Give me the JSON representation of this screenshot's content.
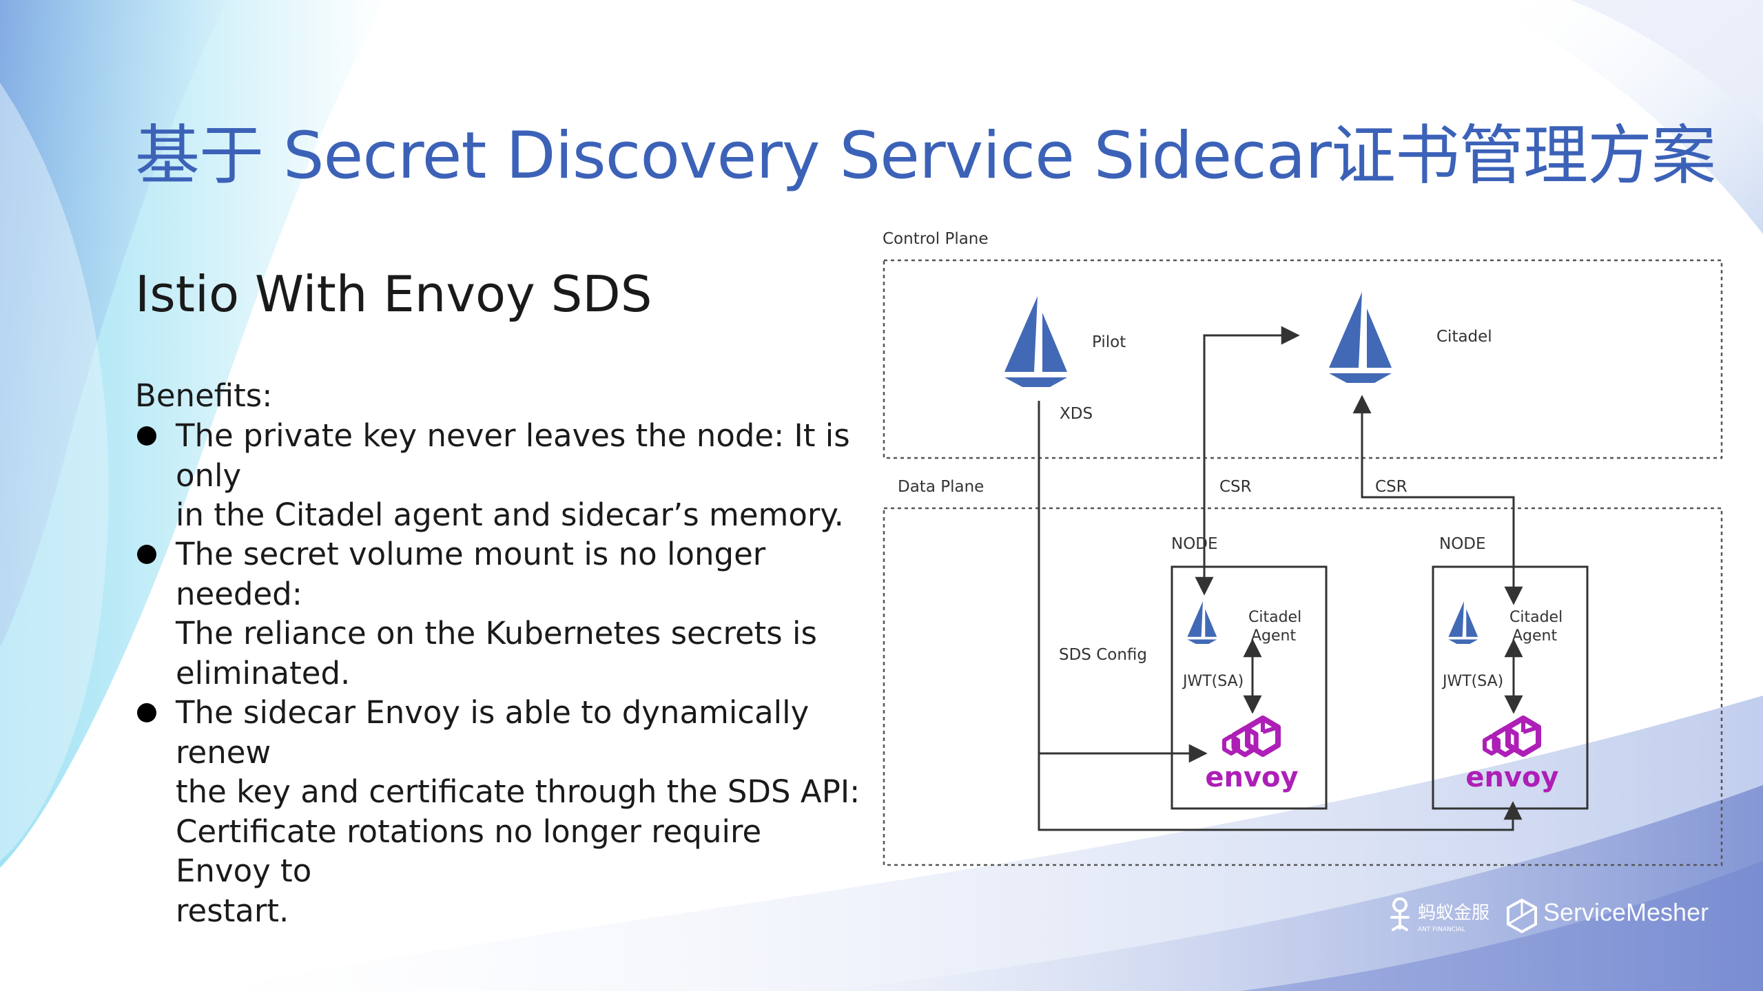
{
  "slide": {
    "title": "基于 Secret Discovery Service Sidecar证书管理方案",
    "subtitle": "Istio With Envoy SDS",
    "benefits_label": "Benefits:",
    "bullets": [
      [
        "The private key never leaves the node: It is only",
        "in the Citadel agent and sidecar’s memory."
      ],
      [
        "The secret volume mount is no longer needed:",
        "The reliance on the Kubernetes secrets is",
        "eliminated."
      ],
      [
        "The sidecar Envoy is able to dynamically renew",
        "the key and certificate through the SDS API:",
        "Certificate rotations no longer require Envoy to",
        "restart."
      ]
    ]
  },
  "diagram": {
    "control_plane_label": "Control Plane",
    "data_plane_label": "Data Plane",
    "pilot_label": "Pilot",
    "citadel_label": "Citadel",
    "xds_label": "XDS",
    "csr_label_left": "CSR",
    "csr_label_right": "CSR",
    "node_label_left": "NODE",
    "node_label_right": "NODE",
    "agent_label_line1": "Citadel",
    "agent_label_line2": "Agent",
    "jwt_label": "JWT(SA)",
    "sds_config_label": "SDS Config",
    "envoy_wordmark": "envoy",
    "accent_color": "#3b5fad",
    "envoy_color": "#ad1fb6"
  },
  "footer": {
    "ant_logo_text": "蚂蚁金服",
    "ant_logo_subtext": "ANT FINANCIAL",
    "servicemesher": "ServiceMesher"
  }
}
